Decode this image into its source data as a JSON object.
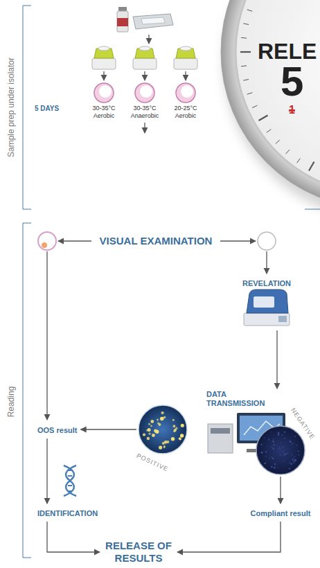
{
  "diagram": {
    "nodes": [
      {
        "text": [
          "VISUAL EXAMINATION"
        ]
      },
      {
        "text": [
          "REVELATION"
        ]
      },
      {
        "text": [
          "DATA TRANSMISSION"
        ]
      },
      {
        "text": [
          "POSITIVE"
        ],
        "in": 2
      },
      {
        "text": [
          "NEGATIVE"
        ],
        "in": 2
      },
      {
        "text": [
          "OOS result"
        ]
      },
      {
        "text": [
          "IDENTIFICATION"
        ]
      },
      {
        "text": [
          "Compliant result"
        ]
      },
      {
        "text": [
          "RELEASE OF RESULTS"
        ]
      }
    ],
    "edges": [
      {
        "from": 1,
        "to": 2,
        "arrow": "to"
      },
      {
        "from": 3,
        "to": 5,
        "arrow": "to"
      },
      {
        "from": 4,
        "to": 7,
        "arrow": "to"
      },
      {
        "from": 5,
        "to": 6,
        "arrow": "to"
      },
      {
        "from": 6,
        "to": 8,
        "arrow": "to"
      },
      {
        "from": 7,
        "to": 8,
        "arrow": "to"
      }
    ],
    "labels": [
      "Sample prep under isolator",
      "5 DAYS",
      "30-35°C Aerobic",
      "30-35°C Anaerobic",
      "20-25°C Aerobic",
      "RELE",
      "5",
      "1",
      "Reading"
    ]
  }
}
